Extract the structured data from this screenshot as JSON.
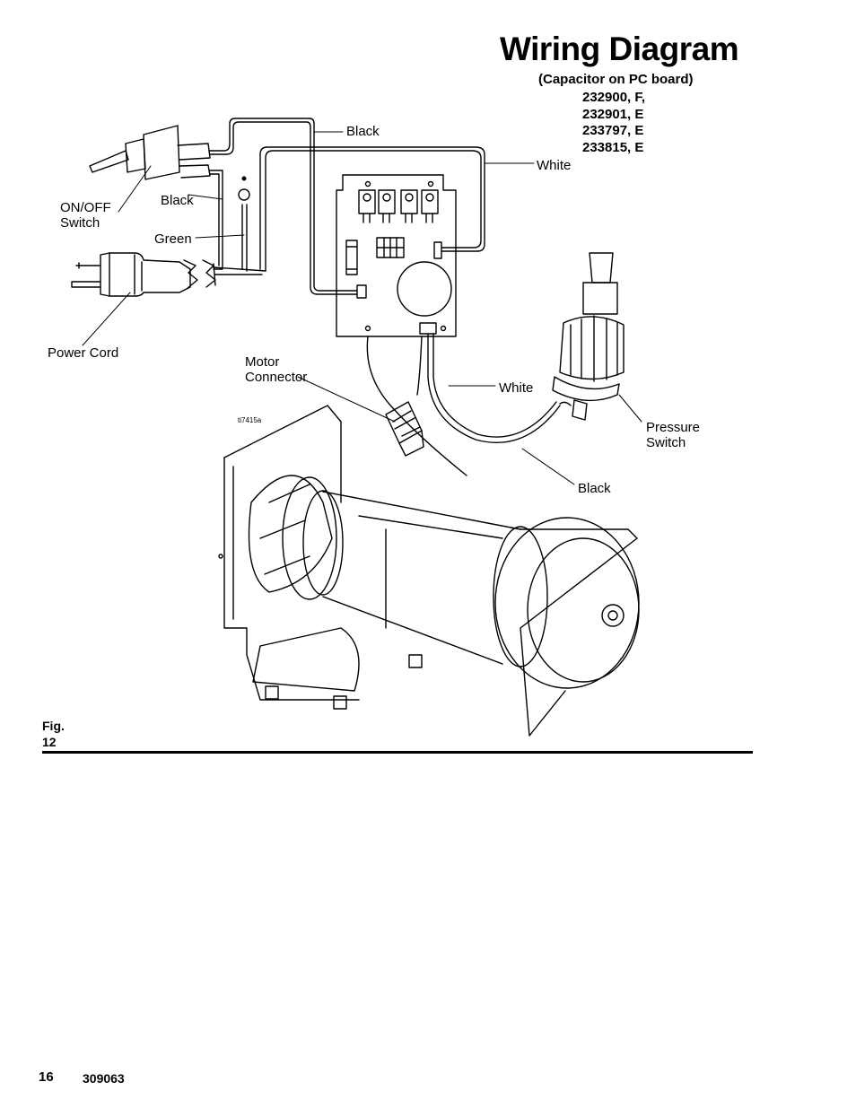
{
  "header": {
    "title": "Wiring Diagram",
    "subtitle": "(Capacitor on PC board)",
    "models": [
      "232900, F,",
      "232901, E",
      "233797, E",
      "233815, E"
    ]
  },
  "labels": {
    "black_top": "Black",
    "white_top": "White",
    "on_off_switch_line1": "ON/OFF",
    "on_off_switch_line2": "Switch",
    "black_mid": "Black",
    "green": "Green",
    "power_cord": "Power Cord",
    "motor_connector_line1": "Motor",
    "motor_connector_line2": "Connector",
    "white_lower": "White",
    "pressure_switch_line1": "Pressure",
    "pressure_switch_line2": "Switch",
    "black_lower": "Black",
    "drawing_id": "ti7415a"
  },
  "figure": {
    "label_line1": "Fig.",
    "label_line2": "12"
  },
  "footer": {
    "page_number": "16",
    "document_number": "309063"
  }
}
